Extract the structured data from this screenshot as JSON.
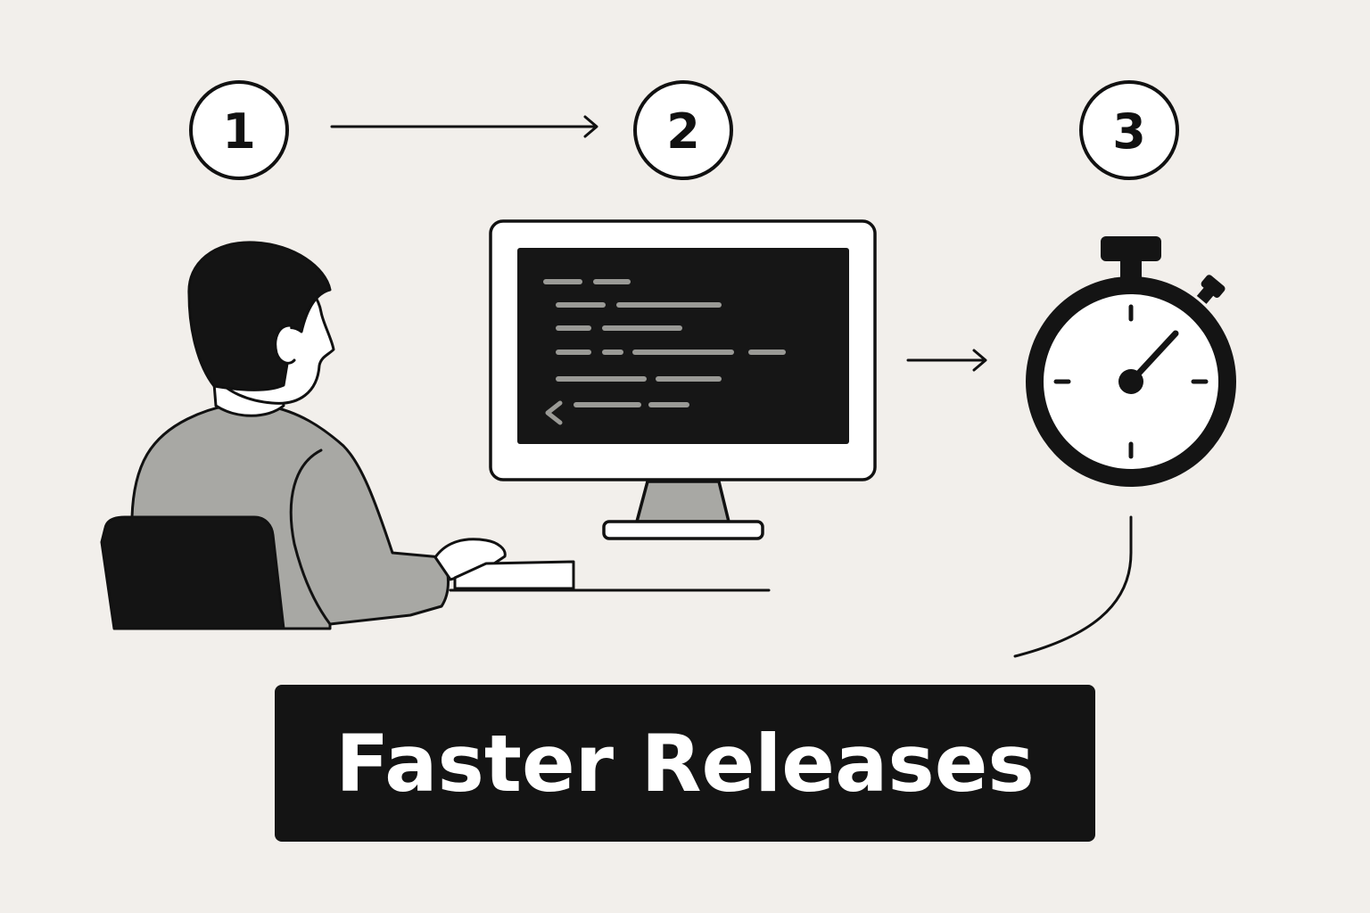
{
  "steps": [
    {
      "number": "1"
    },
    {
      "number": "2"
    },
    {
      "number": "3"
    }
  ],
  "banner": {
    "text": "Faster Releases"
  },
  "colors": {
    "background": "#f2efeb",
    "ink": "#111111",
    "shirt": "#a8a8a4",
    "screen": "#161616",
    "code": "#9a9a96",
    "banner": "#141414",
    "banner_text": "#ffffff"
  },
  "icons": [
    "person-at-desk-icon",
    "monitor-code-icon",
    "stopwatch-icon"
  ]
}
